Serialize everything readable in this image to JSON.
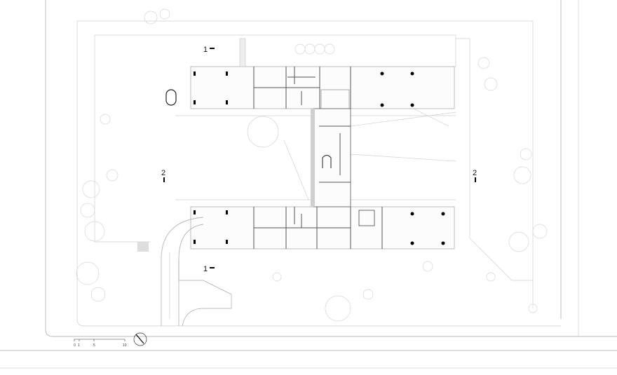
{
  "plan": {
    "section_markers": [
      {
        "label": "1"
      },
      {
        "label": "1"
      },
      {
        "label": "2"
      },
      {
        "label": "2"
      }
    ],
    "scale_bar": {
      "ticks": [
        "0",
        "1",
        "5",
        "10"
      ]
    },
    "north_arrow": "north-arrow-icon",
    "colors": {
      "line": "#555555",
      "light_line": "#d0d0d0",
      "column": "#000000",
      "core_fill": "#cfcfcf"
    }
  }
}
